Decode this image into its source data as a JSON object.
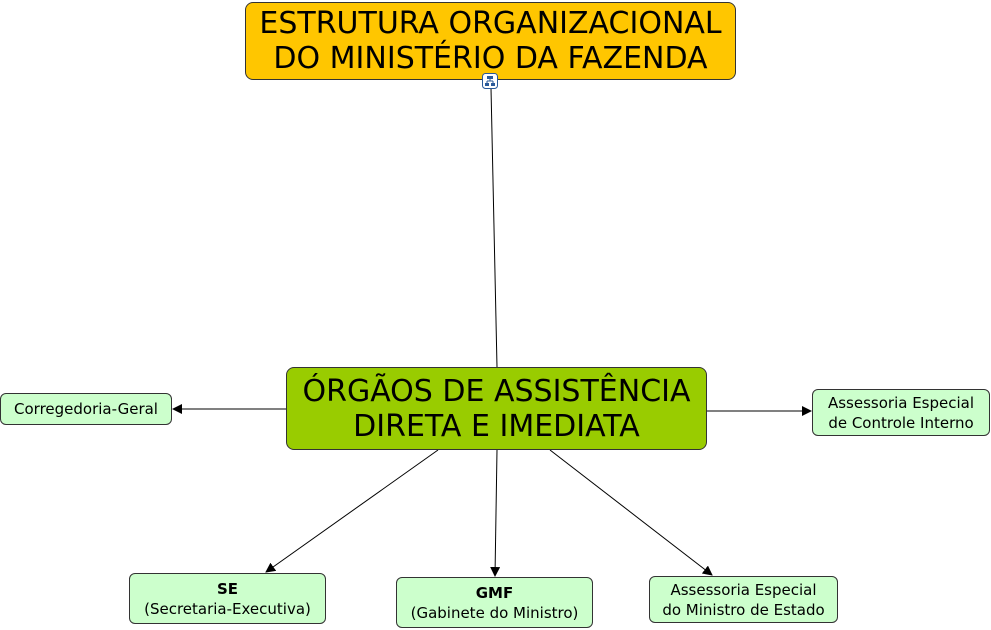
{
  "root": {
    "line1": "ESTRUTURA ORGANIZACIONAL",
    "line2": "DO MINISTÉRIO DA FAZENDA"
  },
  "center": {
    "line1": "ÓRGÃOS DE ASSISTÊNCIA",
    "line2": "DIRETA E IMEDIATA"
  },
  "nodes": {
    "corregedoria": {
      "label": "Corregedoria-Geral"
    },
    "aeci": {
      "line1": "Assessoria Especial",
      "line2": "de Controle Interno"
    },
    "se": {
      "abbr": "SE",
      "full": "(Secretaria-Executiva)"
    },
    "gmf": {
      "abbr": "GMF",
      "full": "(Gabinete do Ministro)"
    },
    "aeme": {
      "line1": "Assessoria Especial",
      "line2": "do Ministro de Estado"
    }
  },
  "colors": {
    "root_fill": "#ffc600",
    "center_fill": "#99cc00",
    "leaf_fill": "#ccffcc",
    "line": "#000000"
  },
  "icons": {
    "submap": "concept-map-icon"
  }
}
